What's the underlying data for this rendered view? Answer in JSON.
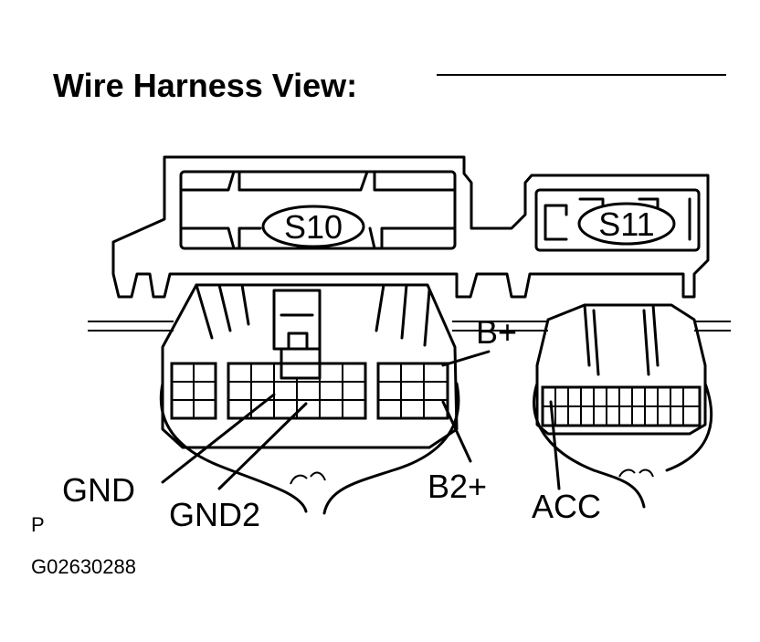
{
  "title": "Wire Harness View:",
  "connectors": [
    {
      "id": "S10",
      "label": "S10"
    },
    {
      "id": "S11",
      "label": "S11"
    }
  ],
  "terminals": {
    "b_plus": "B+",
    "b2_plus": "B2+",
    "gnd": "GND",
    "gnd2": "GND2",
    "acc": "ACC"
  },
  "footer": {
    "p_mark": "P",
    "figure_code": "G02630288"
  }
}
